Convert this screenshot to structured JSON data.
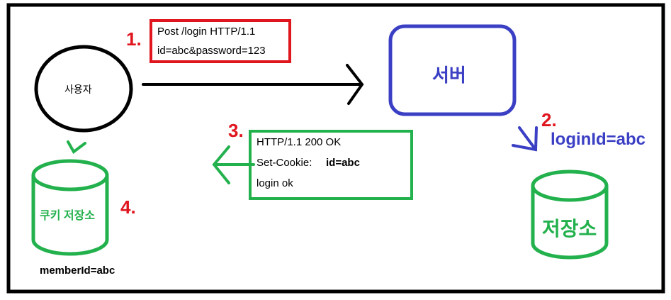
{
  "colors": {
    "frame": "#000000",
    "request_box": "#e0161f",
    "step_number": "#e0161f",
    "server": "#3a3fc4",
    "response": "#22b14c",
    "storage": "#22b14c"
  },
  "user": {
    "label": "사용자"
  },
  "request": {
    "step": "1.",
    "line1": "Post /login HTTP/1.1",
    "line2": "id=abc&password=123"
  },
  "server": {
    "label": "서버"
  },
  "session": {
    "step": "2.",
    "value": "loginId=abc"
  },
  "server_storage": {
    "label": "저장소"
  },
  "response": {
    "step": "3.",
    "line1": "HTTP/1.1 200 OK",
    "line2_prefix": "Set-Cookie:",
    "line2_value": "id=abc",
    "line3": "login ok"
  },
  "cookie_storage": {
    "step": "4.",
    "label": "쿠키 저장소",
    "value": "memberId=abc"
  }
}
